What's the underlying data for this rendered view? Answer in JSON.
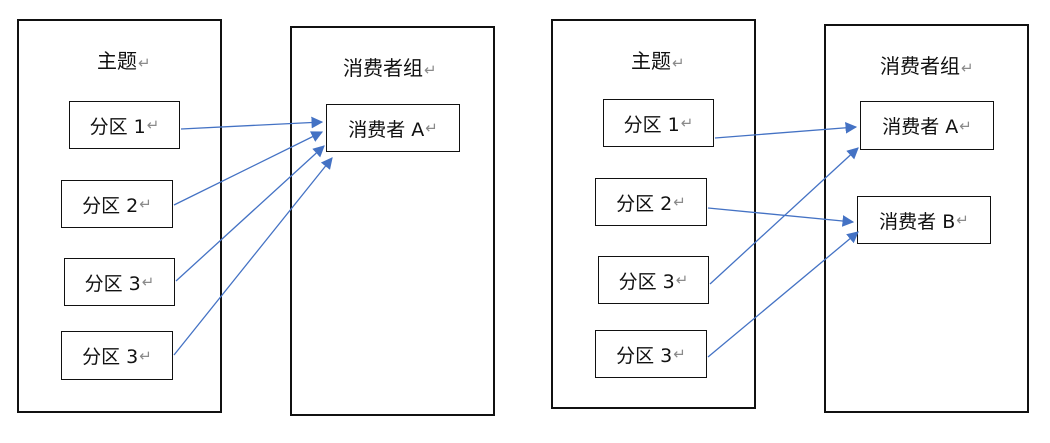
{
  "left": {
    "topic": {
      "title": "主题",
      "partitions": [
        "分区 1",
        "分区 2",
        "分区 3",
        "分区 3"
      ]
    },
    "group": {
      "title": "消费者组",
      "consumers": [
        "消费者 A"
      ]
    }
  },
  "right": {
    "topic": {
      "title": "主题",
      "partitions": [
        "分区 1",
        "分区 2",
        "分区 3",
        "分区 3"
      ]
    },
    "group": {
      "title": "消费者组",
      "consumers": [
        "消费者 A",
        "消费者 B"
      ]
    }
  },
  "paragraph_mark": "↵",
  "colors": {
    "arrow": "#4472C4",
    "border": "#111111"
  }
}
